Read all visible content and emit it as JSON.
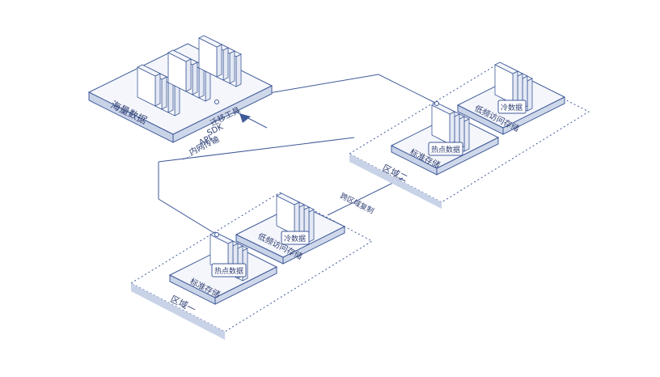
{
  "source": {
    "label": "海量数据",
    "methods": [
      "迁移工具",
      "SDK",
      "API",
      "内网传输"
    ],
    "more": "……"
  },
  "link_label": "跨区域复制",
  "regions": [
    {
      "name": "区域一",
      "standard": {
        "label": "标准存储",
        "tag": "热点数据"
      },
      "cold": {
        "label": "低频访问存储",
        "tag": "冷数据"
      }
    },
    {
      "name": "区域二",
      "standard": {
        "label": "标准存储",
        "tag": "热点数据"
      },
      "cold": {
        "label": "低频访问存储",
        "tag": "冷数据"
      }
    }
  ],
  "colors": {
    "line": "#3f5a98",
    "plate_top": "#f4f6fb",
    "plate_side": "#cfd8ea",
    "server_face": "#ffffff",
    "server_side": "#e4e9f4",
    "label_strip": "#c9d3e8",
    "label_text": "#2f3f73"
  }
}
